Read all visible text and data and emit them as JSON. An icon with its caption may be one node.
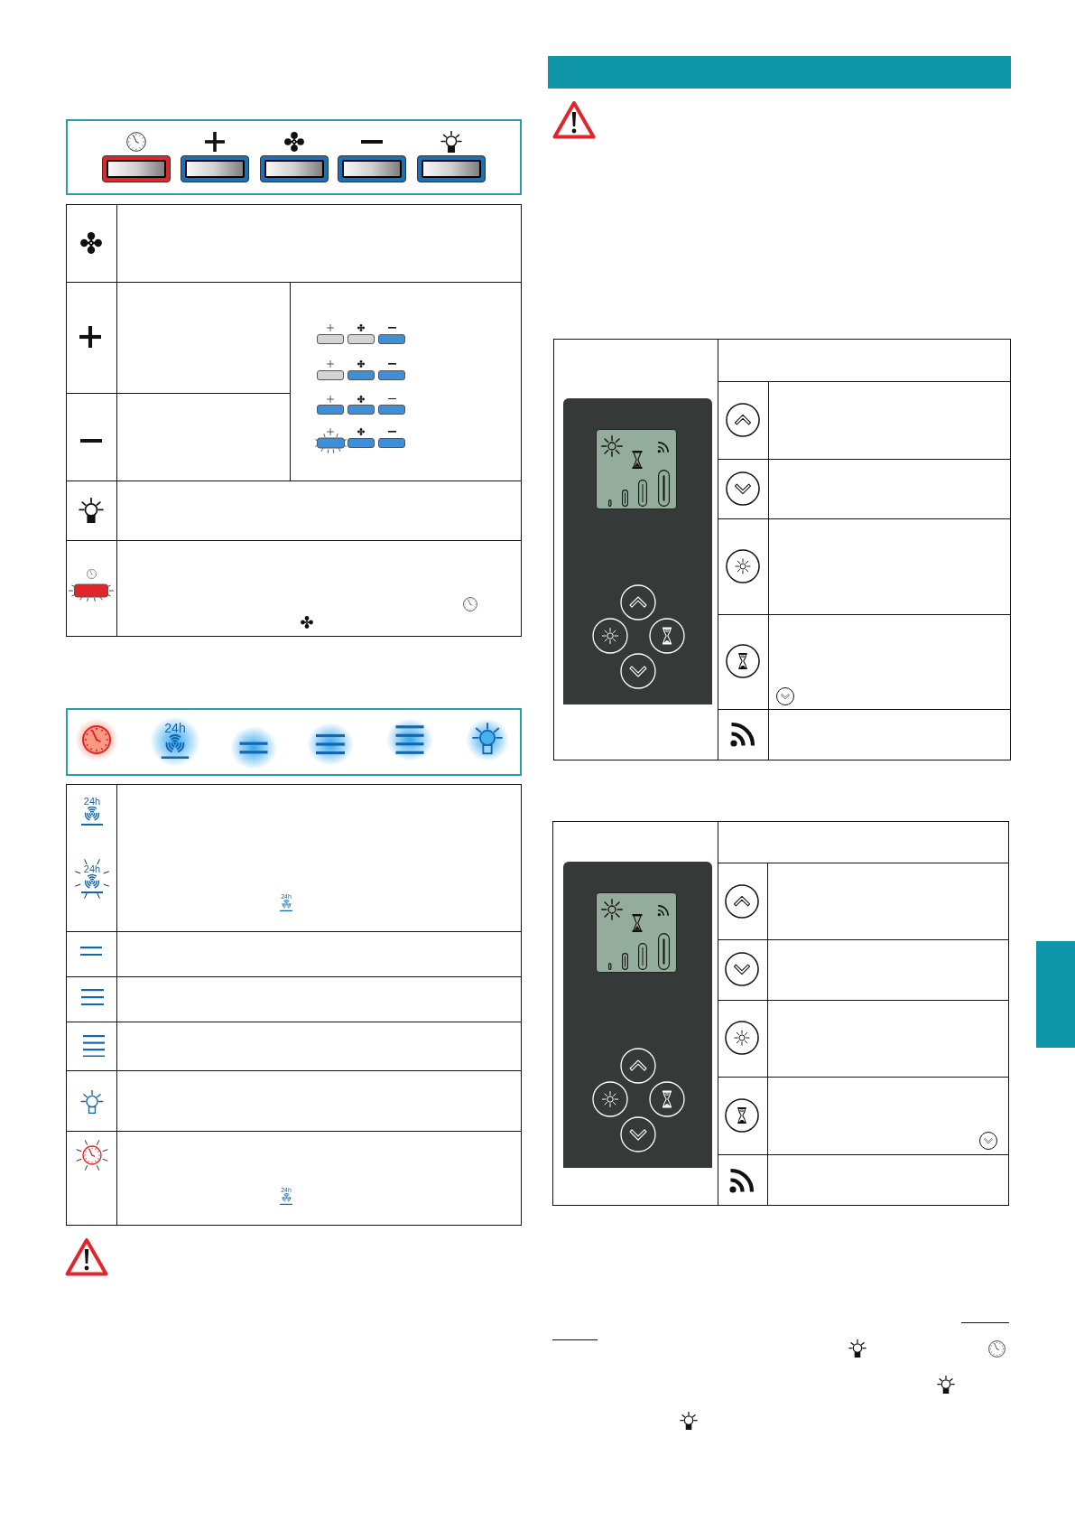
{
  "diagram": {
    "nodes": [
      {
        "text": [],
        "shape": "box"
      }
    ],
    "labels": [
      "24h",
      "24h",
      "24h",
      "24h",
      "24h"
    ]
  }
}
